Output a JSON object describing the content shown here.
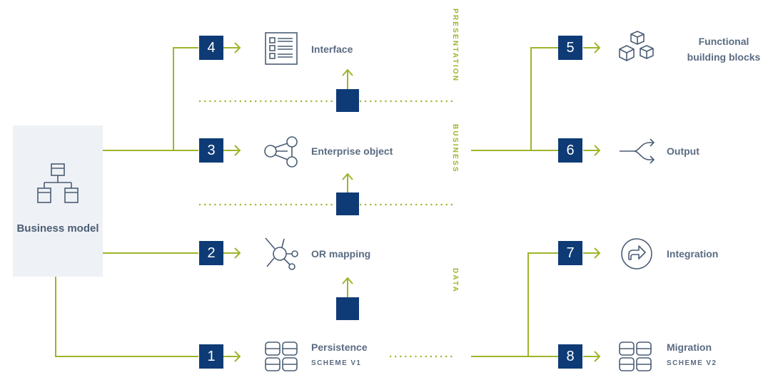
{
  "business_model": {
    "label": "Business model"
  },
  "layers": {
    "presentation": "PRESENTATION",
    "business": "BUSINESS",
    "data": "DATA"
  },
  "steps": [
    {
      "num": "1",
      "label": "Persistence",
      "sub": "SCHEME V1",
      "icon": "grid-icon"
    },
    {
      "num": "2",
      "label": "OR mapping",
      "icon": "network-node-icon"
    },
    {
      "num": "3",
      "label": "Enterprise object",
      "icon": "share-nodes-icon"
    },
    {
      "num": "4",
      "label": "Interface",
      "icon": "form-list-icon"
    },
    {
      "num": "5",
      "label": "Functional building blocks",
      "icon": "cubes-icon"
    },
    {
      "num": "6",
      "label": "Output",
      "icon": "split-arrow-icon"
    },
    {
      "num": "7",
      "label": "Integration",
      "icon": "circle-arrow-icon"
    },
    {
      "num": "8",
      "label": "Migration",
      "sub": "SCHEME V2",
      "icon": "grid-icon"
    }
  ],
  "colors": {
    "line": "#9db52a",
    "box": "#0e3b76",
    "text": "#5a6b82",
    "panel": "#eef1f5",
    "icon": "#4b5d75"
  }
}
